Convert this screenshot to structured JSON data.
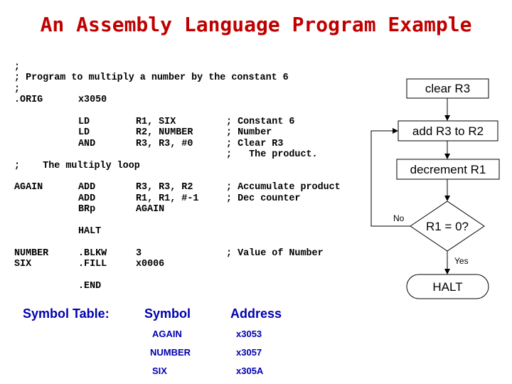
{
  "title": "An Assembly Language Program Example",
  "code": [
    [
      ";"
    ],
    [
      "; Program to multiply a number by the constant 6"
    ],
    [
      ";"
    ],
    [
      ".ORIG",
      "x3050"
    ],
    [
      ""
    ],
    [
      "",
      "LD",
      "R1, SIX",
      "; Constant 6"
    ],
    [
      "",
      "LD",
      "R2, NUMBER",
      "; Number"
    ],
    [
      "",
      "AND",
      "R3, R3, #0",
      "; Clear R3"
    ],
    [
      "",
      "",
      "",
      ";   The product."
    ],
    [
      ";    The multiply loop"
    ],
    [
      ""
    ],
    [
      "AGAIN",
      "ADD",
      "R3, R3, R2",
      "; Accumulate product"
    ],
    [
      "",
      "ADD",
      "R1, R1, #-1",
      "; Dec counter"
    ],
    [
      "",
      "BRp",
      "AGAIN"
    ],
    [
      ""
    ],
    [
      "",
      "HALT"
    ],
    [
      ""
    ],
    [
      "NUMBER",
      ".BLKW",
      "3",
      "; Value of Number"
    ],
    [
      "SIX",
      ".FILL",
      "x0006"
    ],
    [
      ""
    ],
    [
      "",
      ".END"
    ]
  ],
  "flowchart": {
    "clear": "clear R3",
    "add": "add R3 to R2",
    "decrement": "decrement R1",
    "decision": "R1 = 0?",
    "halt": "HALT",
    "no_label": "No",
    "yes_label": "Yes"
  },
  "symbol_table": {
    "label": "Symbol Table:",
    "col_symbol": "Symbol",
    "col_address": "Address",
    "rows": [
      {
        "symbol": "AGAIN",
        "address": "x3053"
      },
      {
        "symbol": "NUMBER",
        "address": "x3057"
      },
      {
        "symbol": "SIX",
        "address": "x305A"
      }
    ]
  },
  "colors": {
    "title": "#c00000",
    "symbol_table": "#0000b0"
  }
}
